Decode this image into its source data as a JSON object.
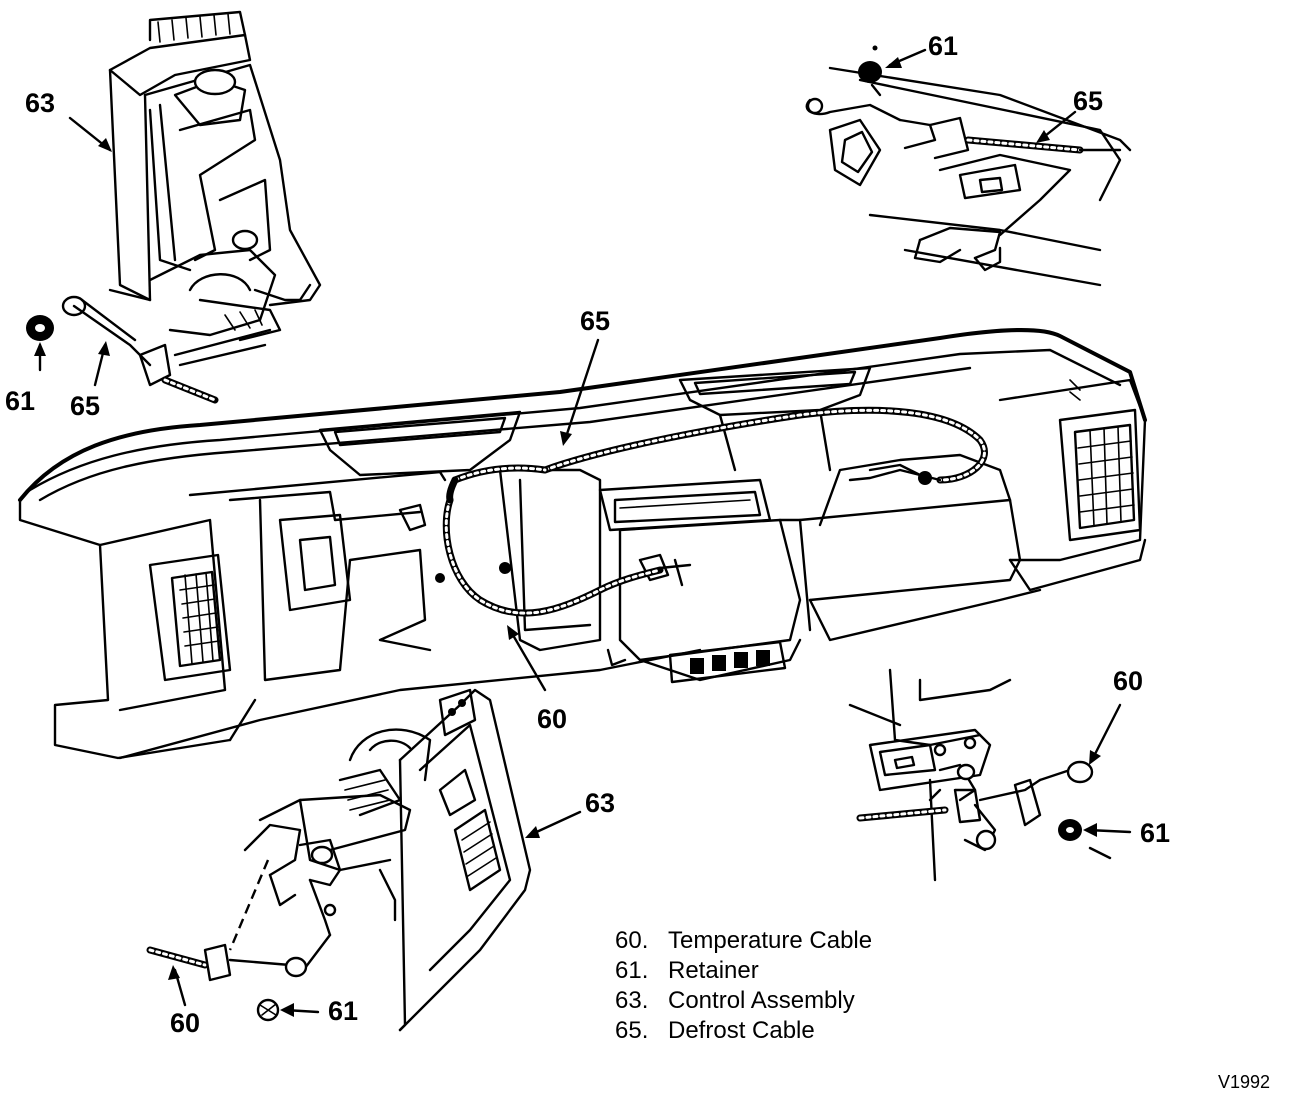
{
  "callouts": {
    "topleft_63": "63",
    "topleft_61": "61",
    "topleft_65": "65",
    "topright_61": "61",
    "topright_65": "65",
    "center_65": "65",
    "center_60": "60",
    "bottomleft_63": "63",
    "bottomleft_60": "60",
    "bottomleft_61": "61",
    "bottomright_60": "60",
    "bottomright_61": "61"
  },
  "legend": [
    {
      "number": "60.",
      "label": "Temperature Cable"
    },
    {
      "number": "61.",
      "label": "Retainer"
    },
    {
      "number": "63.",
      "label": "Control Assembly"
    },
    {
      "number": "65.",
      "label": "Defrost Cable"
    }
  ],
  "figure_code": "V1992"
}
